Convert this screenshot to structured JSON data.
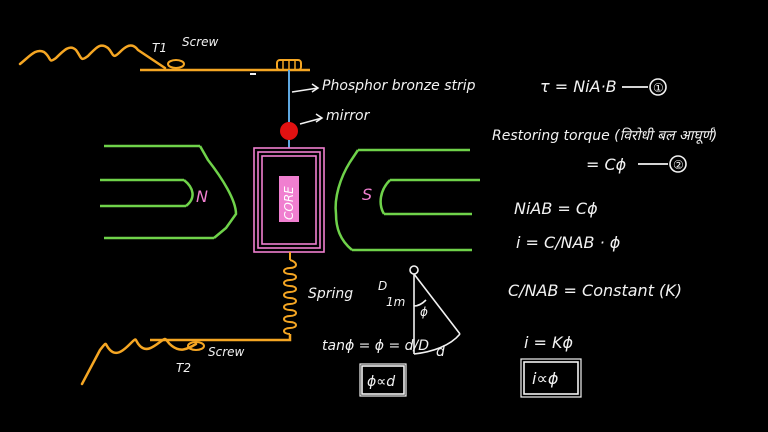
{
  "colors": {
    "background": "#000000",
    "ink": "#f2f2f2",
    "orange": "#f5a623",
    "green": "#6fd24a",
    "pink": "#f07fd0",
    "blue": "#5fa8e0",
    "mirror_red": "#e11111"
  },
  "diagram": {
    "top_screw_label": "Screw",
    "top_terminal_label": "T1",
    "strip_label": "Phosphor bronze strip",
    "mirror_label": "mirror",
    "north_pole": "N",
    "south_pole": "S",
    "core_label": "CORE",
    "spring_label": "Spring",
    "bottom_screw_label": "Screw",
    "bottom_terminal_label": "T2",
    "scale_D": "D",
    "scale_1m": "1m",
    "scale_phi": "ϕ",
    "scale_d": "d",
    "tan_relation": "tanϕ = ϕ = d/D",
    "boxed_left": "ϕ∝d"
  },
  "notes": {
    "torque": "τ = NiA·B",
    "torque_eq_no": "①",
    "restoring_heading": "Restoring torque (विरोधी बल आघूर्ण)",
    "restoring_eq": "= Cϕ",
    "restoring_eq_no": "②",
    "balance": "NiAB = Cϕ",
    "current_expr": "i = C/NAB · ϕ",
    "constant_expr": "C/NAB = Constant (K)",
    "result": "i = Kϕ",
    "boxed_result": "i∝ϕ"
  }
}
